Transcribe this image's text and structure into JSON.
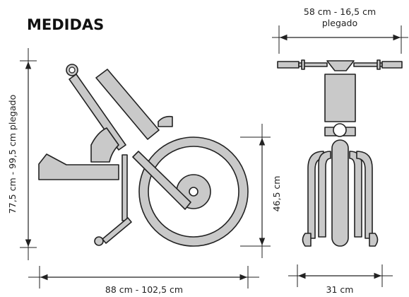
{
  "title": "MEDIDAS",
  "dimensions": {
    "width_top_line1": "58 cm - 16,5 cm",
    "width_top_line2": "plegado",
    "height_left": "77,5 cm - 99,5 cm plegado",
    "wheel_height": "46,5 cm",
    "length_bottom": "88 cm - 102,5 cm",
    "width_bottom": "31 cm"
  },
  "colors": {
    "part_fill": "#c9c9c9",
    "outline": "#222222"
  }
}
